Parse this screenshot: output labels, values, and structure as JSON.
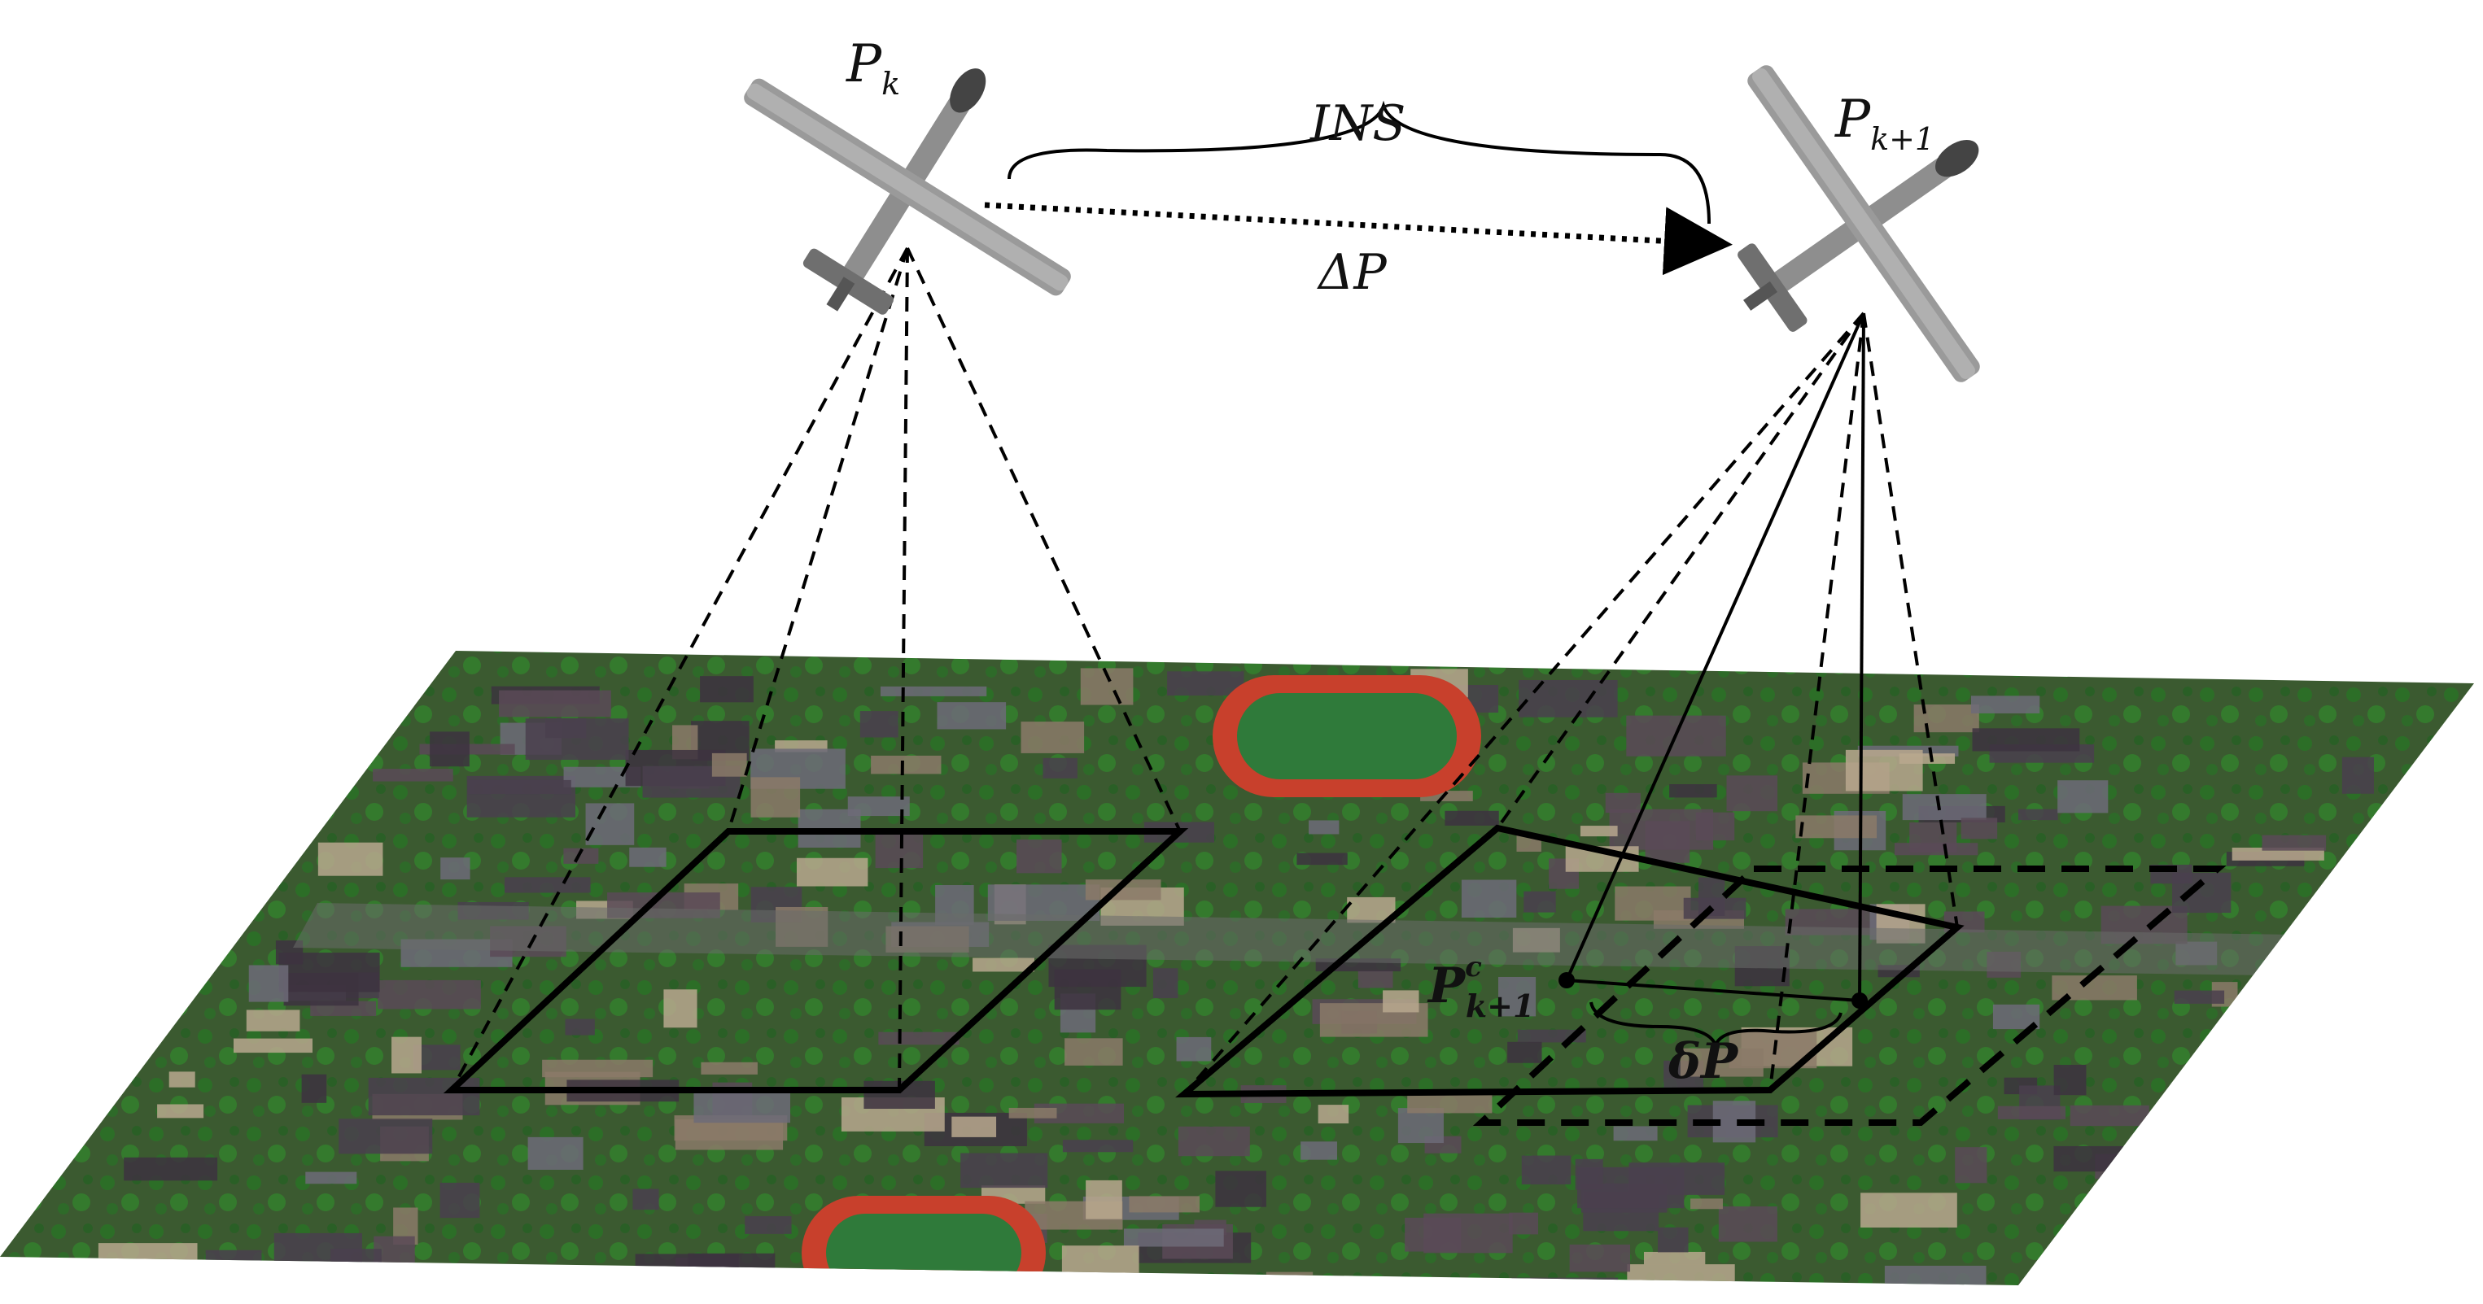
{
  "labels": {
    "pk_main": "P",
    "pk_sub": "k",
    "pk1_main": "P",
    "pk1_sub": "k+1",
    "ins": "INS",
    "delta_p": "ΔP",
    "pc_main": "P",
    "pc_sup": "c",
    "pc_sub": "k+1",
    "small_delta_p": "δP"
  },
  "colors": {
    "background": "#ffffff",
    "line": "#000000",
    "ground_base": "#3e5a33",
    "vegetation": "#2f6b2a",
    "roof_dark": "#4a3f4e",
    "roof_light": "#b9a88e",
    "track_red": "#c8402c",
    "track_green": "#2f7a3a",
    "aircraft": "#8a8a8a"
  },
  "icons": [
    "aircraft-icon",
    "aircraft-icon"
  ]
}
